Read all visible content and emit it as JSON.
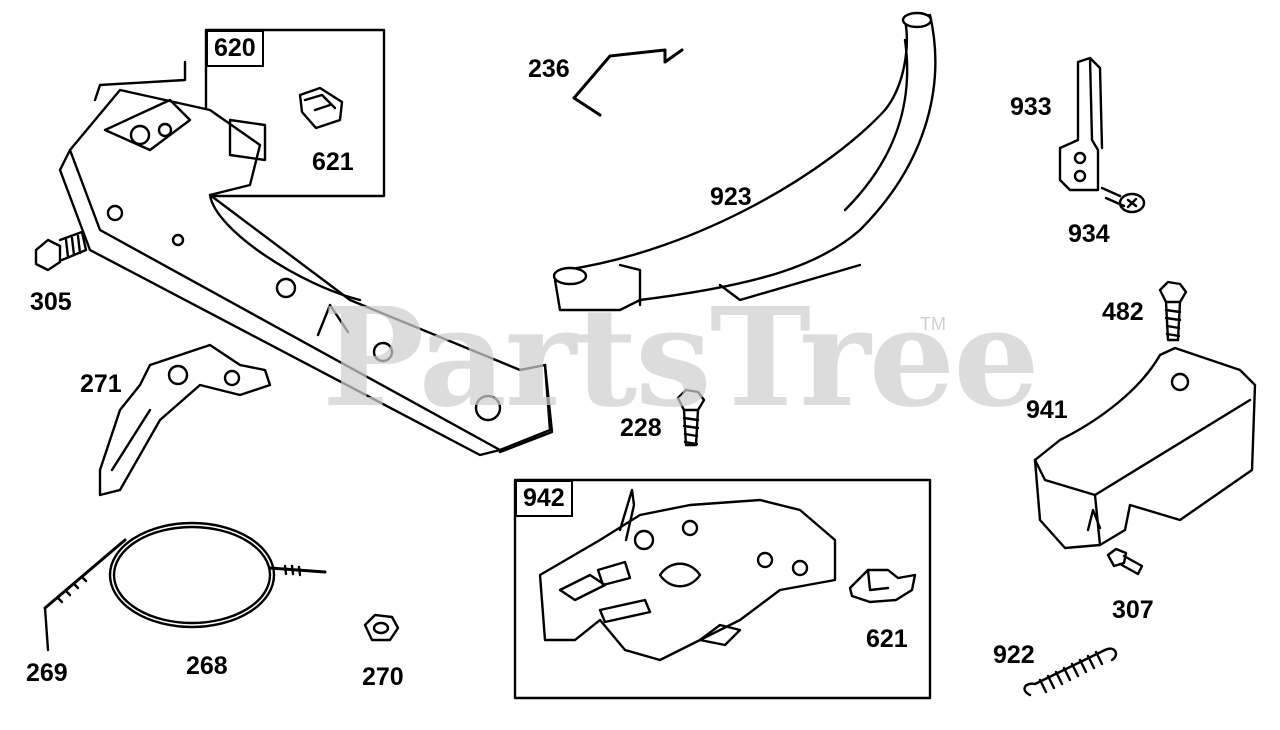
{
  "watermark": {
    "text": "PartsTree",
    "mark": "TM"
  },
  "assemblies": [
    {
      "id": "620"
    },
    {
      "id": "942"
    }
  ],
  "parts": [
    {
      "id": "620"
    },
    {
      "id": "621"
    },
    {
      "id": "236"
    },
    {
      "id": "923"
    },
    {
      "id": "933"
    },
    {
      "id": "934"
    },
    {
      "id": "305"
    },
    {
      "id": "482"
    },
    {
      "id": "271"
    },
    {
      "id": "228"
    },
    {
      "id": "941"
    },
    {
      "id": "942"
    },
    {
      "id": "621"
    },
    {
      "id": "307"
    },
    {
      "id": "269"
    },
    {
      "id": "268"
    },
    {
      "id": "270"
    },
    {
      "id": "922"
    }
  ],
  "colors": {
    "line": "#000000",
    "watermark": "#cfcfcf",
    "background": "#ffffff"
  }
}
